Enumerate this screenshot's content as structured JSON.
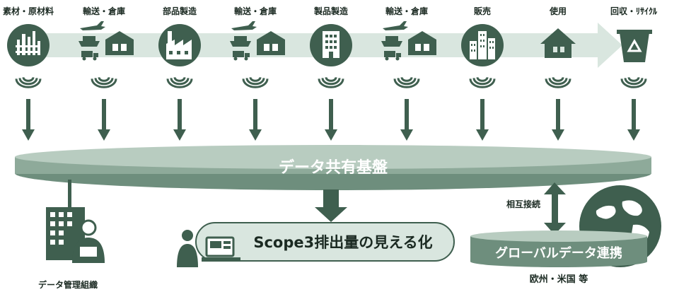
{
  "colors": {
    "dark_green": "#3f5f4f",
    "light_green": "#d9e6df",
    "platform_green": "#8eaa9a",
    "text": "#1b2a22"
  },
  "stages": [
    {
      "label": "素材・原材料",
      "icon": "factory-icon"
    },
    {
      "label": "輸送・倉庫",
      "icon": "transport-warehouse-icon"
    },
    {
      "label": "部品製造",
      "icon": "factory-icon"
    },
    {
      "label": "輸送・倉庫",
      "icon": "transport-warehouse-icon"
    },
    {
      "label": "製品製造",
      "icon": "building-icon"
    },
    {
      "label": "輸送・倉庫",
      "icon": "transport-warehouse-icon"
    },
    {
      "label": "販売",
      "icon": "city-buildings-icon"
    },
    {
      "label": "使用",
      "icon": "house-icon"
    },
    {
      "label": "回収・ﾘｻｲｸﾙ",
      "icon": "recycle-bin-icon"
    }
  ],
  "platform": {
    "label": "データ共有基盤"
  },
  "org": {
    "label": "データ管理組織"
  },
  "scope3": {
    "label": "Scope3排出量の見える化"
  },
  "interconnect": {
    "label": "相互接続"
  },
  "global": {
    "label": "グローバルデータ連携",
    "region": "欧州・米国 等"
  }
}
